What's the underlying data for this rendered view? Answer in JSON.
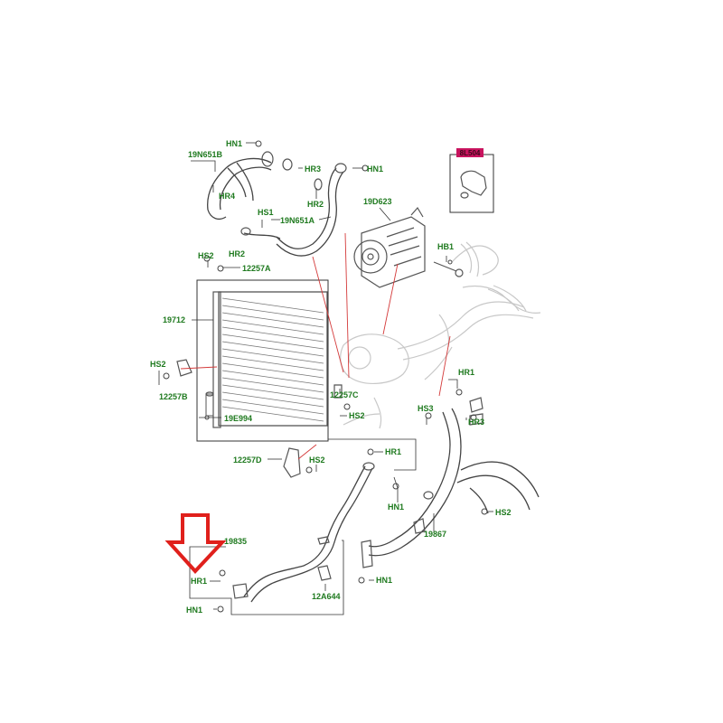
{
  "labels": {
    "hn1_top": "HN1",
    "l19n651b": "19N651B",
    "hr3_top": "HR3",
    "hn1_top2": "HN1",
    "hr4": "HR4",
    "hr2_top": "HR2",
    "hs1": "HS1",
    "l19n651a": "19N651A",
    "hr2_mid": "HR2",
    "l19d623": "19D623",
    "hb1": "HB1",
    "hs2_a": "HS2",
    "l12257a": "12257A",
    "l19712": "19712",
    "hs2_left": "HS2",
    "l12257b": "12257B",
    "l19e994": "19E994",
    "l12257c": "12257C",
    "hs2_mid": "HS2",
    "hr1_right": "HR1",
    "hs3": "HS3",
    "hr3_right": "HR3",
    "l12257d": "12257D",
    "hs2_low": "HS2",
    "hr1_mid": "HR1",
    "hn1_mid": "HN1",
    "hs2_right": "HS2",
    "l19835": "19835",
    "l19867": "19867",
    "hr1_low": "HR1",
    "hn1_low": "HN1",
    "l12a644": "12A644",
    "hn1_bottom": "HN1",
    "badge": "8L504"
  },
  "colors": {
    "label": "#1f7a1f",
    "badge_fill": "#c8135e",
    "arrow": "#e0201c",
    "callout_line": "#d43a3a"
  }
}
